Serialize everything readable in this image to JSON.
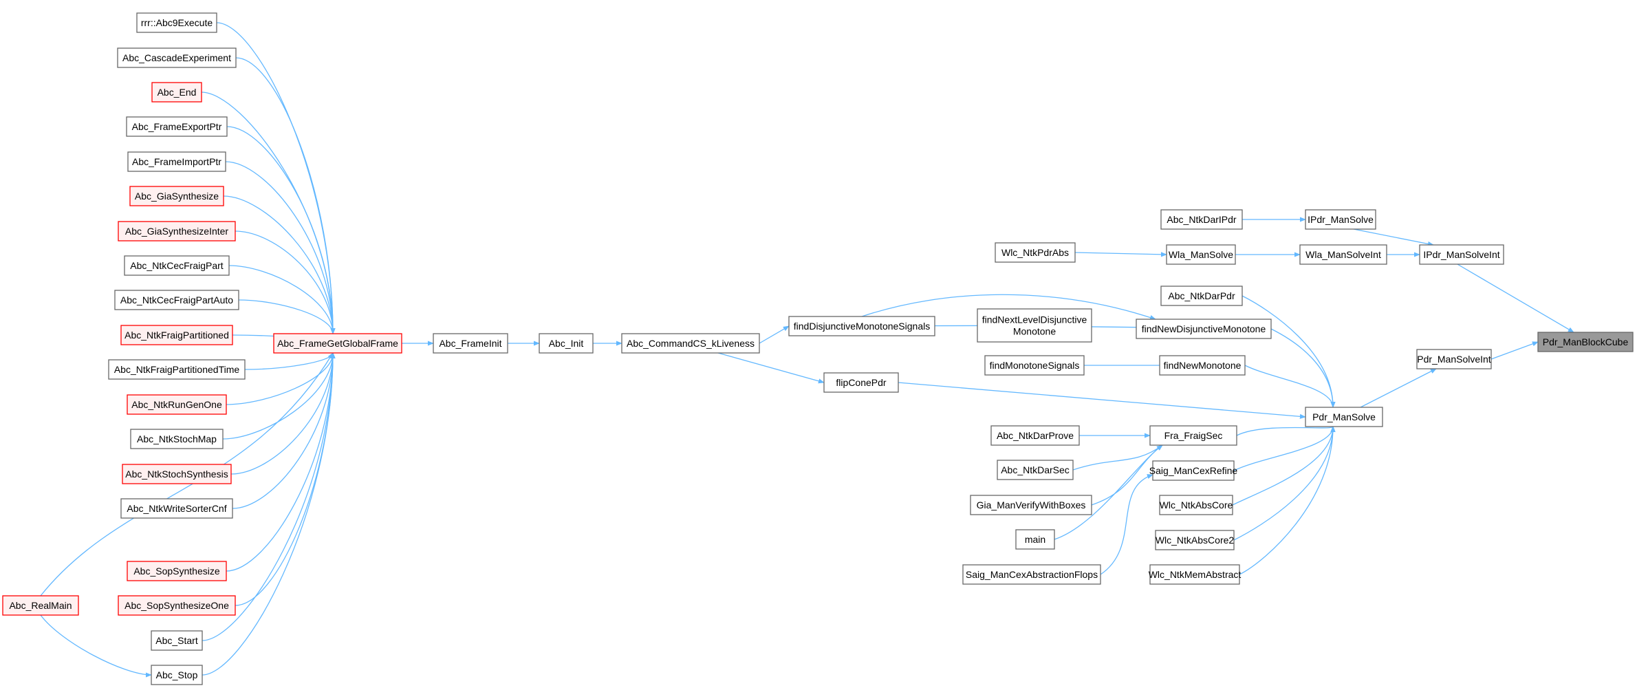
{
  "palette": {
    "edge": "#63b8ff",
    "box_border": "#666666",
    "red_border": "#ff0000",
    "root_fill": "#999999"
  },
  "nodes": {
    "rrr": {
      "lines": [
        "rrr::Abc9Execute"
      ]
    },
    "cascade": {
      "lines": [
        "Abc_CascadeExperiment"
      ]
    },
    "end": {
      "lines": [
        "Abc_End"
      ]
    },
    "fexp": {
      "lines": [
        "Abc_FrameExportPtr"
      ]
    },
    "fimp": {
      "lines": [
        "Abc_FrameImportPtr"
      ]
    },
    "gias": {
      "lines": [
        "Abc_GiaSynthesize"
      ]
    },
    "giasi": {
      "lines": [
        "Abc_GiaSynthesizeInter"
      ]
    },
    "cecfp": {
      "lines": [
        "Abc_NtkCecFraigPart"
      ]
    },
    "cecfpa": {
      "lines": [
        "Abc_NtkCecFraigPartAuto"
      ]
    },
    "fpart": {
      "lines": [
        "Abc_NtkFraigPartitioned"
      ]
    },
    "fpartt": {
      "lines": [
        "Abc_NtkFraigPartitionedTime"
      ]
    },
    "rungen": {
      "lines": [
        "Abc_NtkRunGenOne"
      ]
    },
    "stochmap": {
      "lines": [
        "Abc_NtkStochMap"
      ]
    },
    "stochsyn": {
      "lines": [
        "Abc_NtkStochSynthesis"
      ]
    },
    "wscnf": {
      "lines": [
        "Abc_NtkWriteSorterCnf"
      ]
    },
    "realmain": {
      "lines": [
        "Abc_RealMain"
      ]
    },
    "sops": {
      "lines": [
        "Abc_SopSynthesize"
      ]
    },
    "sopso": {
      "lines": [
        "Abc_SopSynthesizeOne"
      ]
    },
    "start": {
      "lines": [
        "Abc_Start"
      ]
    },
    "stop": {
      "lines": [
        "Abc_Stop"
      ]
    },
    "fggf": {
      "lines": [
        "Abc_FrameGetGlobalFrame"
      ]
    },
    "finit": {
      "lines": [
        "Abc_FrameInit"
      ]
    },
    "init": {
      "lines": [
        "Abc_Init"
      ]
    },
    "cmdcs": {
      "lines": [
        "Abc_CommandCS_kLiveness"
      ]
    },
    "fdms": {
      "lines": [
        "findDisjunctiveMonotoneSignals"
      ]
    },
    "fnldm": {
      "lines": [
        "findNextLevelDisjunctive",
        "Monotone"
      ]
    },
    "fndm": {
      "lines": [
        "findNewDisjunctiveMonotone"
      ]
    },
    "flip": {
      "lines": [
        "flipConePdr"
      ]
    },
    "fms": {
      "lines": [
        "findMonotoneSignals"
      ]
    },
    "fnm": {
      "lines": [
        "findNewMonotone"
      ]
    },
    "dprove": {
      "lines": [
        "Abc_NtkDarProve"
      ]
    },
    "dsec": {
      "lines": [
        "Abc_NtkDarSec"
      ]
    },
    "giavwb": {
      "lines": [
        "Gia_ManVerifyWithBoxes"
      ]
    },
    "main": {
      "lines": [
        "main"
      ]
    },
    "saigcaf": {
      "lines": [
        "Saig_ManCexAbstractionFlops"
      ]
    },
    "fraig": {
      "lines": [
        "Fra_FraigSec"
      ]
    },
    "saigcr": {
      "lines": [
        "Saig_ManCexRefine"
      ]
    },
    "wabs": {
      "lines": [
        "Wlc_NtkAbsCore"
      ]
    },
    "wabs2": {
      "lines": [
        "Wlc_NtkAbsCore2"
      ]
    },
    "wmem": {
      "lines": [
        "Wlc_NtkMemAbstract"
      ]
    },
    "dipdr": {
      "lines": [
        "Abc_NtkDarIPdr"
      ]
    },
    "wlcpdr": {
      "lines": [
        "Wlc_NtkPdrAbs"
      ]
    },
    "darpdr": {
      "lines": [
        "Abc_NtkDarPdr"
      ]
    },
    "ipdrs": {
      "lines": [
        "IPdr_ManSolve"
      ]
    },
    "wlams": {
      "lines": [
        "Wla_ManSolve"
      ]
    },
    "wlamsi": {
      "lines": [
        "Wla_ManSolveInt"
      ]
    },
    "ipdrsi": {
      "lines": [
        "IPdr_ManSolveInt"
      ]
    },
    "pdrs": {
      "lines": [
        "Pdr_ManSolve"
      ]
    },
    "pdrsi": {
      "lines": [
        "Pdr_ManSolveInt"
      ]
    },
    "root": {
      "lines": [
        "Pdr_ManBlockCube"
      ]
    }
  }
}
